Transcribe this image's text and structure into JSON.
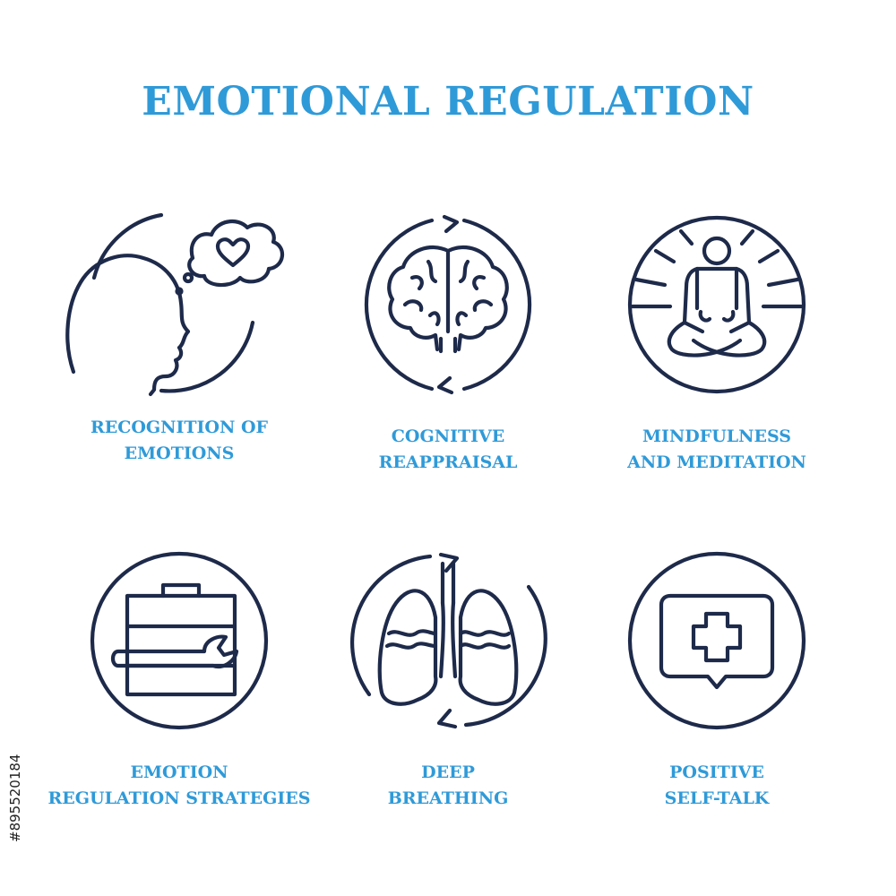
{
  "title": "EMOTIONAL REGULATION",
  "items": [
    {
      "icon": "head-thought-heart-icon",
      "lines": [
        "RECOGNITION OF",
        "EMOTIONS"
      ]
    },
    {
      "icon": "brain-cycle-icon",
      "lines": [
        "COGNITIVE",
        "REAPPRAISAL"
      ]
    },
    {
      "icon": "meditating-person-icon",
      "lines": [
        "MINDFULNESS",
        "AND MEDITATION"
      ]
    },
    {
      "icon": "toolbox-wrench-icon",
      "lines": [
        "EMOTION",
        "REGULATION STRATEGIES"
      ]
    },
    {
      "icon": "lungs-cycle-icon",
      "lines": [
        "DEEP",
        "BREATHING"
      ]
    },
    {
      "icon": "speech-bubble-plus-icon",
      "lines": [
        "POSITIVE",
        "SELF-TALK"
      ]
    }
  ],
  "stock_id": "#895520184",
  "colors": {
    "accent": "#2f9ad8",
    "stroke": "#1e2a4a"
  }
}
